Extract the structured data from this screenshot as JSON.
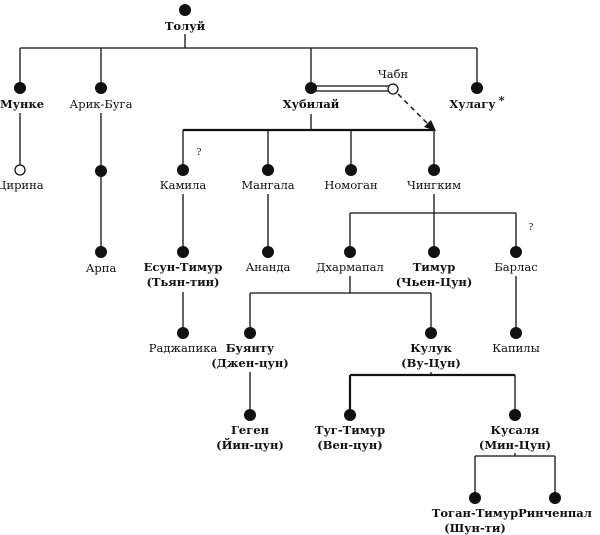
{
  "diagram": {
    "type": "genealogy-tree",
    "nodes": {
      "toluy": {
        "name": "Толуй",
        "bold": true,
        "marker": "filled"
      },
      "munke": {
        "name": "Мунке",
        "bold": true,
        "marker": "filled"
      },
      "arik_buga": {
        "name": "Арик-Буга",
        "bold": false,
        "marker": "filled"
      },
      "khubilay": {
        "name": "Хубилай",
        "bold": true,
        "marker": "filled"
      },
      "chabi": {
        "name": "Чабн",
        "bold": false,
        "marker": "open"
      },
      "khulagu": {
        "name": "Хулагу",
        "suffix": "*",
        "bold": true,
        "marker": "filled"
      },
      "tsirina": {
        "name": "Цирина",
        "bold": false,
        "marker": "open"
      },
      "arpa": {
        "name": "Арпа",
        "bold": false,
        "marker": "filled"
      },
      "kamila": {
        "name": "Камила",
        "bold": false,
        "marker": "filled"
      },
      "mangala": {
        "name": "Мангала",
        "bold": false,
        "marker": "filled"
      },
      "nomogon": {
        "name": "Номоган",
        "bold": false,
        "marker": "filled"
      },
      "chingkim": {
        "name": "Чингким",
        "bold": false,
        "marker": "filled"
      },
      "esun_timur": {
        "name": "Есун-Тимур",
        "title": "(Тьян-тин)",
        "bold": true,
        "marker": "filled"
      },
      "ananda": {
        "name": "Ананда",
        "bold": false,
        "marker": "filled"
      },
      "dharmapal": {
        "name": "Дхармапал",
        "bold": false,
        "marker": "filled"
      },
      "timur": {
        "name": "Тимур",
        "title": "(Чьен-Цун)",
        "bold": true,
        "marker": "filled"
      },
      "barlas": {
        "name": "Барлас",
        "bold": false,
        "marker": "filled"
      },
      "radzhapika": {
        "name": "Раджапика",
        "bold": false,
        "marker": "filled"
      },
      "buyantu": {
        "name": "Буянту",
        "title": "(Джен-цун)",
        "bold": true,
        "marker": "filled"
      },
      "kuluk": {
        "name": "Кулук",
        "title": "(Ву-Цун)",
        "bold": true,
        "marker": "filled"
      },
      "kapily": {
        "name": "Капилы",
        "bold": false,
        "marker": "filled"
      },
      "gegen": {
        "name": "Геген",
        "title": "(Йин-цун)",
        "bold": true,
        "marker": "filled"
      },
      "tug_timur": {
        "name": "Туг-Тимур",
        "title": "(Вен-цун)",
        "bold": true,
        "marker": "filled"
      },
      "kusalya": {
        "name": "Кусаля",
        "title": "(Мин-Цун)",
        "bold": true,
        "marker": "filled"
      },
      "togan_timur": {
        "name": "Тоган-Тимур",
        "title": "(Шун-ти)",
        "bold": true,
        "marker": "filled"
      },
      "rinchenpal": {
        "name": "Ринченпал",
        "bold": true,
        "marker": "filled"
      }
    },
    "relations": [
      {
        "parent": "Толуй",
        "children": [
          "Мунке",
          "Арик-Буга",
          "Хубилай",
          "Хулагу"
        ]
      },
      {
        "parent": "Мунке",
        "children": [
          "Цирина"
        ]
      },
      {
        "parent": "Арик-Буга",
        "children": [
          "Арпа"
        ],
        "note": "via unnamed generation"
      },
      {
        "parent": "Хубилай",
        "spouse": "Чабн",
        "children": [
          "Камила",
          "Мангала",
          "Номоган",
          "Чингким"
        ]
      },
      {
        "parent": "Камила",
        "children": [
          "Есун-Тимур"
        ],
        "uncertain": true
      },
      {
        "parent": "Мангала",
        "children": [
          "Ананда"
        ]
      },
      {
        "parent": "Чингким",
        "children": [
          "Дхармапал",
          "Тимур",
          "Барлас"
        ]
      },
      {
        "parent": "Барлас",
        "uncertain": true
      },
      {
        "parent": "Есун-Тимур",
        "children": [
          "Раджапика"
        ]
      },
      {
        "parent": "Дхармапал",
        "children": [
          "Буянту",
          "Кулук"
        ]
      },
      {
        "parent": "Барлас",
        "children": [
          "Капилы"
        ]
      },
      {
        "parent": "Буянту",
        "children": [
          "Геген"
        ]
      },
      {
        "parent": "Кулук",
        "children": [
          "Туг-Тимур",
          "Кусаля"
        ]
      },
      {
        "parent": "Кусаля",
        "children": [
          "Тоган-Тимур",
          "Ринченпал"
        ]
      }
    ],
    "uncertainty_mark": "?"
  }
}
